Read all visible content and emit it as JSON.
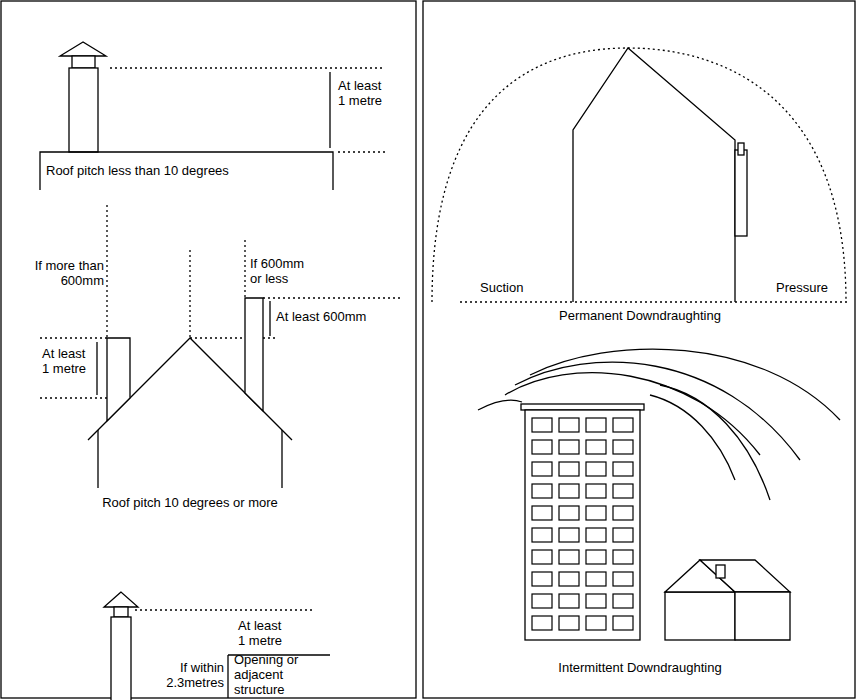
{
  "diagram": {
    "labels": [
      "At least 1 metre",
      "Roof pitch less than 10 degrees",
      "If more than 600mm",
      "If 600mm or less",
      "At least 600mm",
      "At least 1 metre",
      "Roof pitch 10 degrees or more",
      "At least 1 metre",
      "If within 2.3metres",
      "Opening or adjacent structure",
      "Suction",
      "Pressure",
      "Permanent Downdraughting",
      "Intermittent Downdraughting"
    ]
  }
}
